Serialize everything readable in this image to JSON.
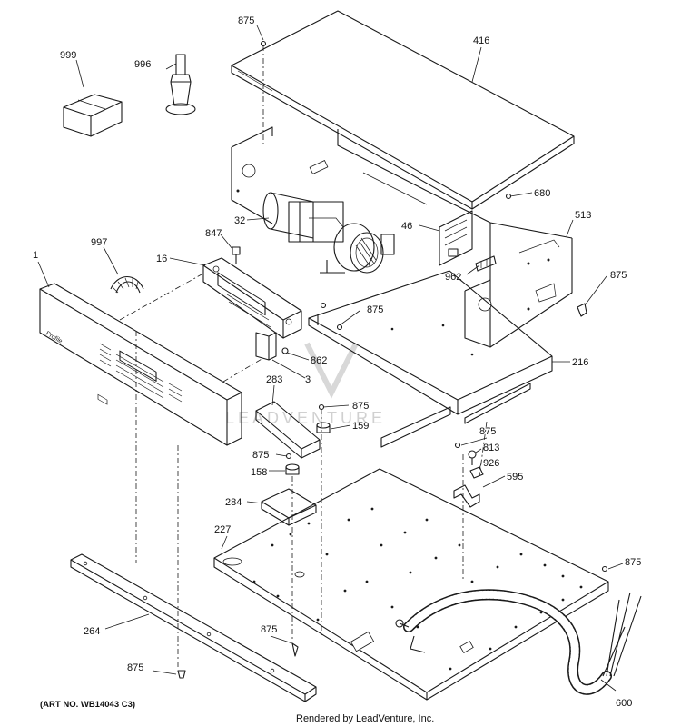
{
  "callouts": {
    "c875a": "875",
    "c416": "416",
    "c999": "999",
    "c996": "996",
    "c32": "32",
    "c46": "46",
    "c680": "680",
    "c513": "513",
    "c1": "1",
    "c997": "997",
    "c16": "16",
    "c847": "847",
    "c962": "962",
    "c875b": "875",
    "c875c": "875",
    "c862": "862",
    "c3": "3",
    "c216": "216",
    "c283": "283",
    "c875d": "875",
    "c159": "159",
    "c875e": "875",
    "c813": "813",
    "c158": "158",
    "c875f": "875",
    "c926": "926",
    "c595": "595",
    "c284": "284",
    "c227": "227",
    "c875g": "875",
    "c264": "264",
    "c875h": "875",
    "c875i": "875",
    "c600": "600"
  },
  "footer": {
    "art_number": "(ART NO. WB14043 C3)",
    "rendered_by": "Rendered by LeadVenture, Inc."
  },
  "watermark": "LEADVENTURE",
  "brand_text": "Profile"
}
